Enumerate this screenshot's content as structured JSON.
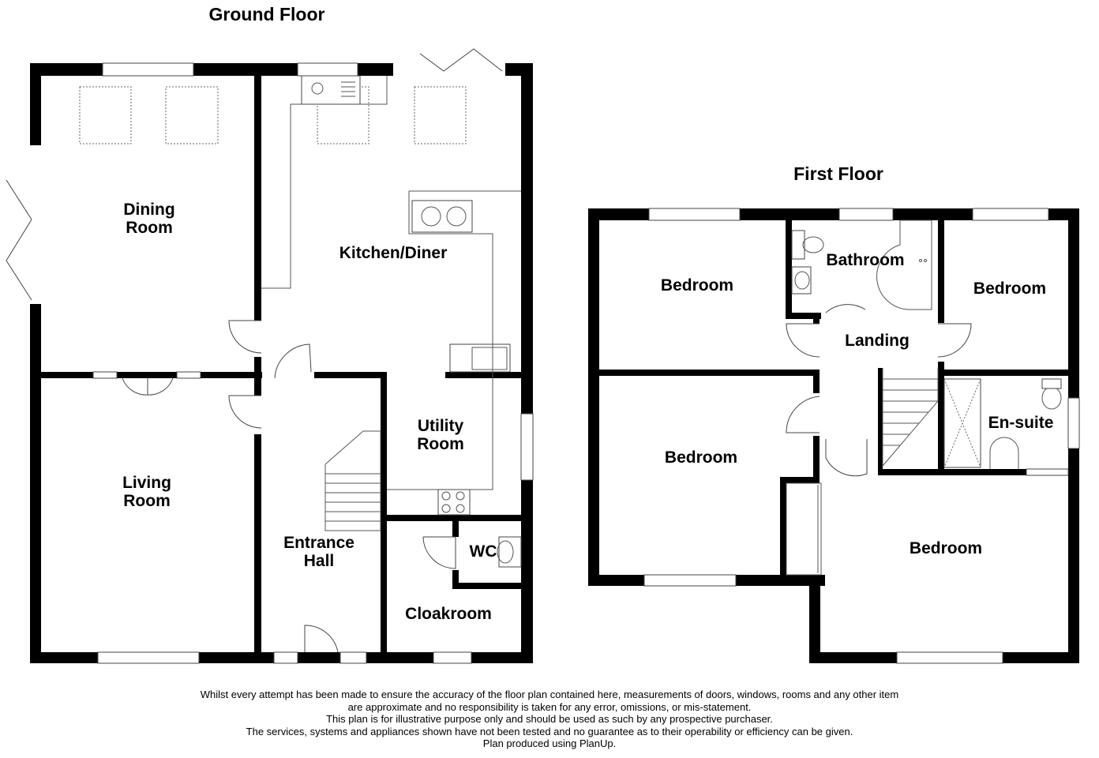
{
  "floors": {
    "ground": {
      "title": "Ground Floor",
      "rooms": {
        "dining": [
          "Dining",
          "Room"
        ],
        "kitchen": [
          "Kitchen/Diner"
        ],
        "utility": [
          "Utility",
          "Room"
        ],
        "living": [
          "Living",
          "Room"
        ],
        "hall": [
          "Entrance",
          "Hall"
        ],
        "wc": [
          "WC"
        ],
        "cloakroom": [
          "Cloakroom"
        ]
      }
    },
    "first": {
      "title": "First Floor",
      "rooms": {
        "bedroom_nw": [
          "Bedroom"
        ],
        "bathroom": [
          "Bathroom"
        ],
        "bedroom_ne": [
          "Bedroom"
        ],
        "landing": [
          "Landing"
        ],
        "bedroom_w": [
          "Bedroom"
        ],
        "ensuite": [
          "En-suite"
        ],
        "bedroom_s": [
          "Bedroom"
        ]
      }
    }
  },
  "disclaimer": [
    "Whilst every attempt has been made to ensure the accuracy of the floor plan contained here, measurements of doors, windows, rooms and any other item",
    "are approximate and no responsibility is taken for any error, omissions, or mis-statement.",
    "This plan is for illustrative purpose only and should be used as such by any prospective purchaser.",
    "The services, systems and appliances shown have not been tested and no guarantee as to their operability or efficiency can be given.",
    "Plan produced using PlanUp."
  ],
  "colors": {
    "wall": "#000000",
    "background": "#ffffff",
    "fixture_line": "#444444"
  }
}
